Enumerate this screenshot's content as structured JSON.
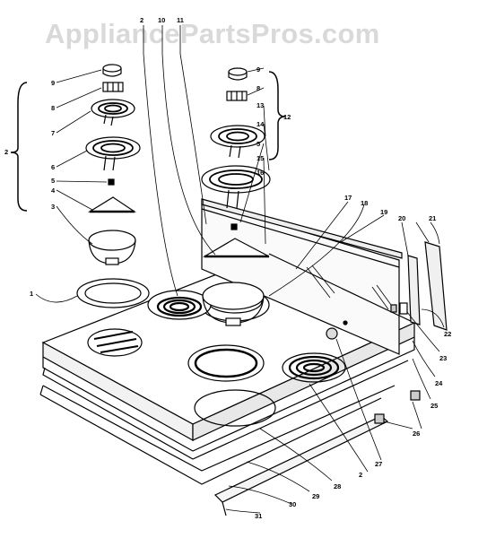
{
  "watermark": "AppliancePartsPros.com",
  "callouts": {
    "c1": "1",
    "c2a": "2",
    "c2b": "2",
    "c2c": "2",
    "c3": "3",
    "c4a": "4",
    "c5a": "5",
    "c5b": "5",
    "c6": "6",
    "c7": "7",
    "c8a": "8",
    "c8b": "8",
    "c9a": "9",
    "c9b": "9",
    "c10": "10",
    "c11": "11",
    "c12": "12",
    "c13": "13",
    "c14": "14",
    "c15": "15",
    "c16": "16",
    "c17": "17",
    "c18": "18",
    "c19": "19",
    "c20": "20",
    "c21": "21",
    "c22": "22",
    "c23": "23",
    "c24": "24",
    "c25": "25",
    "c26": "26",
    "c27": "27",
    "c28": "28",
    "c29": "29",
    "c30": "30",
    "c31": "31"
  }
}
